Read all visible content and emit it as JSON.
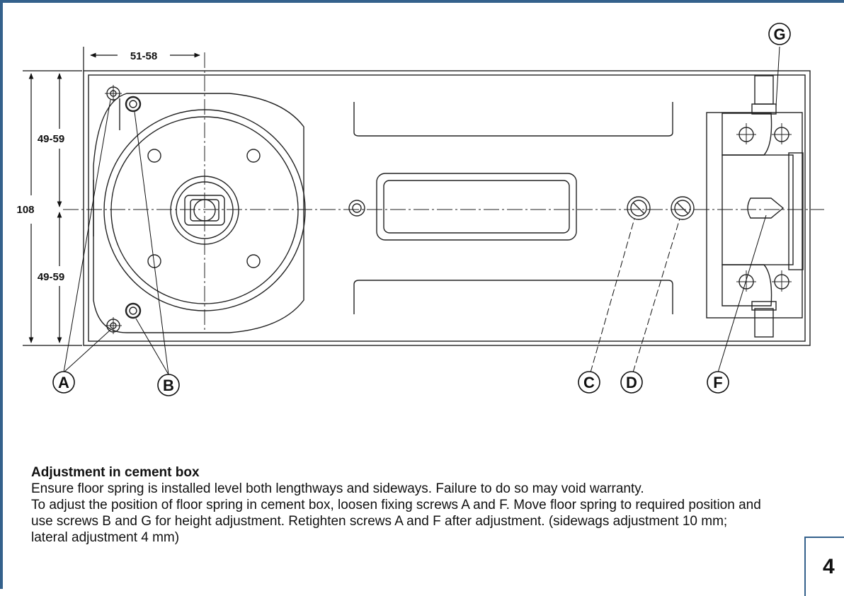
{
  "dimensions": {
    "width_label": "51-58",
    "upper_label": "49-59",
    "total_label": "108",
    "lower_label": "49-59"
  },
  "callouts": {
    "a": "A",
    "b": "B",
    "c": "C",
    "d": "D",
    "f": "F",
    "g": "G"
  },
  "section": {
    "heading": "Adjustment in cement box",
    "paragraph1": "Ensure floor spring is installed level both lengthways and sideways. Failure to do so may void warranty.",
    "paragraph2": "To adjust the position of floor spring in cement box, loosen fixing screws A and F. Move floor spring to required position and use screws B and G for height adjustment. Retighten screws A and F after adjustment. (sidewags adjustment 10 mm; lateral adjustment 4 mm)"
  },
  "page_number": "4"
}
